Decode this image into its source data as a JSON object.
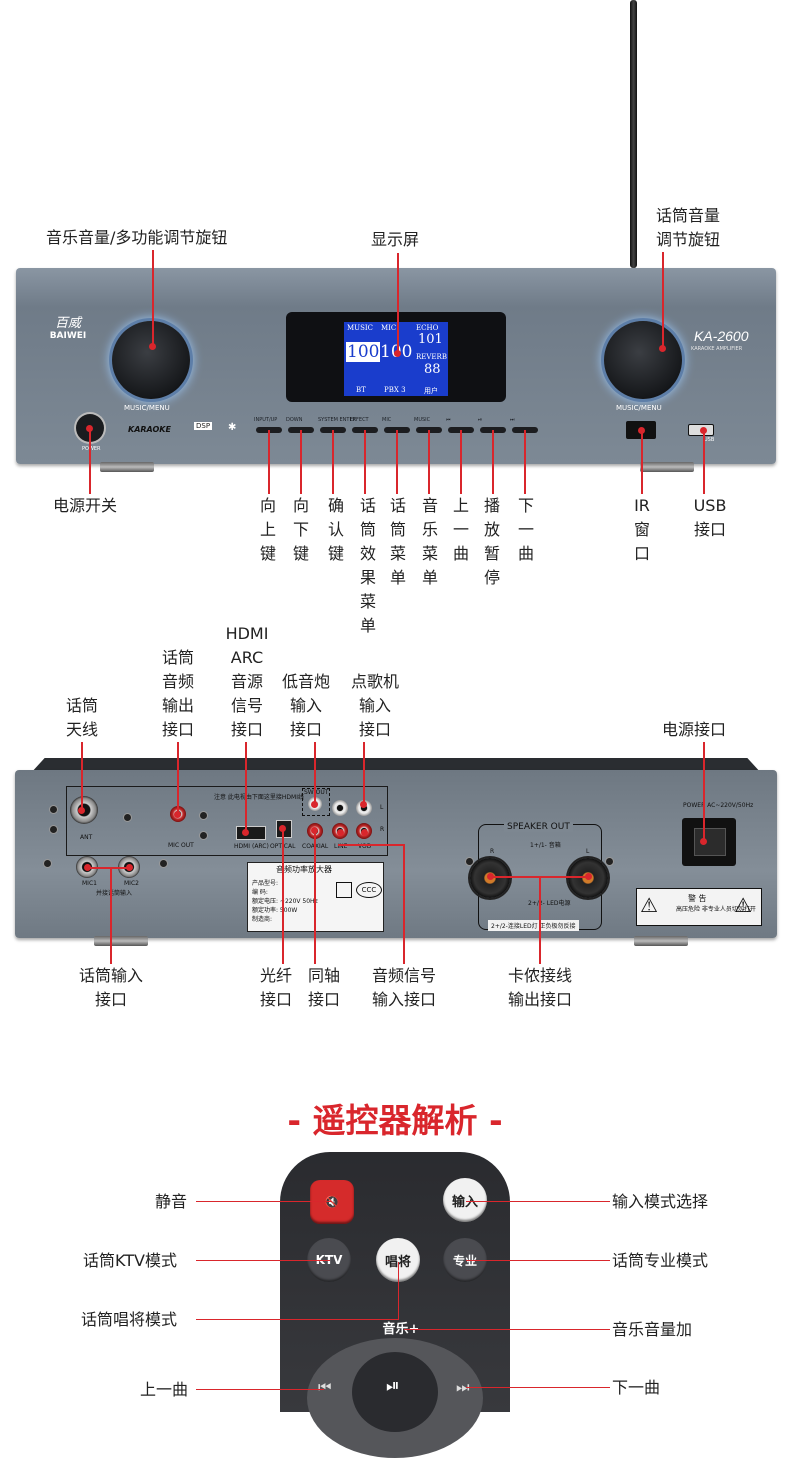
{
  "front": {
    "labels": {
      "music_knob": "音乐音量/多功能调节旋钮",
      "display": "显示屏",
      "mic_knob": "话筒音量\n调节旋钮",
      "power": "电源开关",
      "ir": "IR窗口",
      "usb": "USB接口"
    },
    "button_labels": [
      "向上键",
      "向下键",
      "确认键",
      "话筒效果菜单",
      "话筒菜单",
      "音乐菜单",
      "上一曲",
      "播放暂停",
      "下一曲"
    ],
    "brand": "BAIWEI",
    "model": "KA-2600",
    "model_sub": "KARAOKE AMPLIFIER",
    "knob_caption": "MUSIC/MENU",
    "power_caption": "POWER",
    "karaoke_badge": "KARAOKE",
    "dsp_badge": "DSP",
    "panel_buttons": [
      "INPUT/UP",
      "DOWN",
      "SYSTEM ENTER",
      "EFFECT",
      "MIC",
      "MUSIC",
      "⏮",
      "⏯",
      "⏭"
    ],
    "lcd": {
      "music": "MUSIC",
      "mic": "MIC",
      "echo": "ECHO",
      "music_val": "100",
      "mic_val": "100",
      "echo_val": "101",
      "reverb": "REVERB",
      "reverb_val": "88",
      "bt": "BT",
      "pbx": "PBX 3",
      "user": "用户"
    },
    "usb_badge": "USB"
  },
  "back": {
    "labels": {
      "antenna": "话筒\n天线",
      "mic_out": "话筒\n音频\n输出\n接口",
      "hdmi": "HDMI\nARC\n音源\n信号\n接口",
      "sub": "低音炮\n输入\n接口",
      "vod": "点歌机\n输入\n接口",
      "power_in": "电源接口",
      "mic_in": "话筒输入\n接口",
      "optical": "光纤\n接口",
      "coaxial": "同轴\n接口",
      "audio_in": "音频信号\n输入接口",
      "speakon": "卡侬接线\n输出接口"
    },
    "panel_text": {
      "ant": "ANT",
      "mic_out": "MIC OUT",
      "hdmi_arc": "HDMI (ARC)",
      "optical": "OPTICAL",
      "coaxial": "COAXIAL",
      "line": "LINE",
      "vod": "VOD",
      "sw_out": "SW OUT",
      "speaker_out": "SPEAKER OUT",
      "r": "R",
      "l": "L",
      "mic1": "MIC1",
      "mic2": "MIC2",
      "mic_note": "并接话筒输入",
      "power_rating": "POWER AC~220V/50Hz",
      "sticker_title": "音频功率放大器",
      "sticker_lines": [
        "产品型号:",
        "编      码:",
        "额定电压: ~220V 50Hz",
        "额定功率: 500W",
        "制造商:"
      ],
      "speaker_note1": "1+/1-\n音箱",
      "speaker_note2": "2+/2-\nLED电源",
      "speaker_warn": "2+/2-连接LED灯 正负极勿反接",
      "warning_title": "警 告",
      "warning_body": "高压危险\n非专业人员切勿打开",
      "hdmi_note": "注意\n此电视由下面这里接HDMI线"
    }
  },
  "remote": {
    "title": "- 遥控器解析 -",
    "buttons": {
      "mute_icon": "🔇",
      "input": "输入",
      "ktv": "KTV",
      "singer": "唱将",
      "pro": "专业",
      "music_plus": "音乐+",
      "prev": "⏮",
      "play": "⏯",
      "next": "⏭"
    },
    "labels": {
      "mute": "静音",
      "input": "输入模式选择",
      "ktv": "话筒KTV模式",
      "pro": "话筒专业模式",
      "singer": "话筒唱将模式",
      "music_plus": "音乐音量加",
      "prev": "上一曲",
      "next": "下一曲"
    }
  }
}
